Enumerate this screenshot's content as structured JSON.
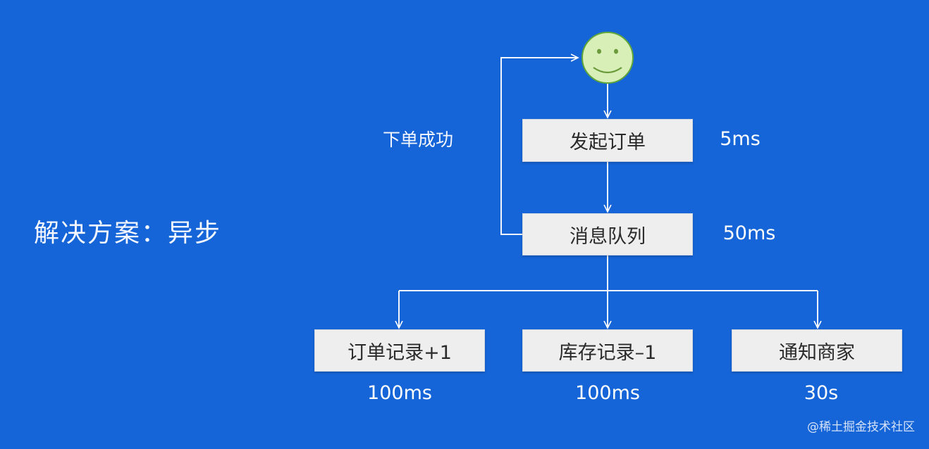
{
  "heading": "解决方案：异步",
  "start_icon": "smiley-face-icon",
  "nodes": {
    "place_order": {
      "label": "发起订单",
      "time": "5ms"
    },
    "message_queue": {
      "label": "消息队列",
      "time": "50ms"
    },
    "order_record": {
      "label": "订单记录+1",
      "time": "100ms"
    },
    "inventory_record": {
      "label": "库存记录–1",
      "time": "100ms"
    },
    "notify_merchant": {
      "label": "通知商家",
      "time": "30s"
    }
  },
  "feedback_label": "下单成功",
  "watermark": "@稀土掘金技术社区",
  "colors": {
    "background": "#1565d8",
    "node_fill": "#eeeeee",
    "smiley_fill": "#d8efb7",
    "smiley_stroke": "#5ea63a"
  }
}
